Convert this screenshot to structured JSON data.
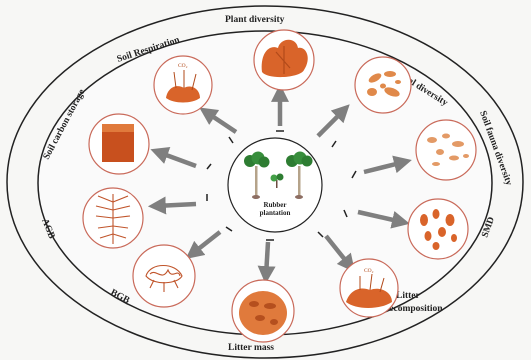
{
  "center": {
    "line1": "Rubber",
    "line2": "plantation"
  },
  "co2_label": "CO₂",
  "ring_labels": [
    {
      "id": "plant-diversity",
      "text": "Plant diversity"
    },
    {
      "id": "animal-diversity",
      "text": "Animal diversity"
    },
    {
      "id": "soil-fauna-diversity",
      "text": "Soil fauna diversity"
    },
    {
      "id": "smd",
      "text": "SMD"
    },
    {
      "id": "litter-decomposition-1",
      "text": "Litter"
    },
    {
      "id": "litter-decomposition-2",
      "text": "decomposition"
    },
    {
      "id": "litter-mass",
      "text": "Litter mass"
    },
    {
      "id": "bgb",
      "text": "BGB"
    },
    {
      "id": "agb",
      "text": "AGB"
    },
    {
      "id": "soil-carbon-storage",
      "text": "Soil carbon storage"
    },
    {
      "id": "soil-respiration",
      "text": "Soil Respiration"
    }
  ],
  "colors": {
    "ring_line": "#222222",
    "arrow": "#808080",
    "node_border": "#c96a5a",
    "orange": "#d9642a",
    "orange_light": "#e88a4c",
    "plant_green": "#2e7d32"
  }
}
